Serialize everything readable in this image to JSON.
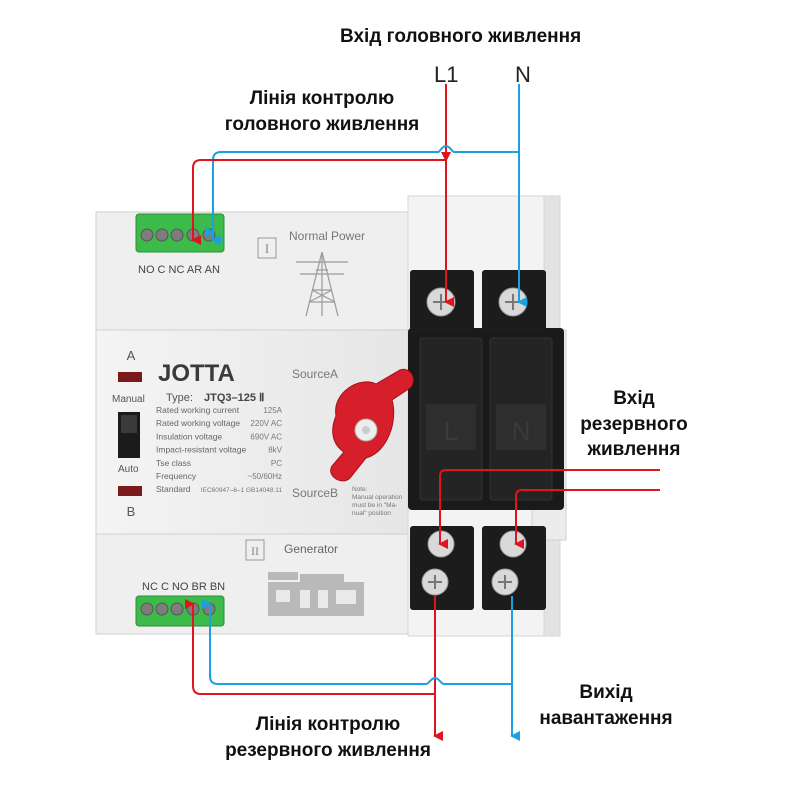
{
  "annotations": {
    "main_input": "Вхід головного живлення",
    "terminal_l1": "L1",
    "terminal_n": "N",
    "main_control_line_1": "Лінія контролю",
    "main_control_line_2": "головного живлення",
    "backup_input_1": "Вхід",
    "backup_input_2": "резервного",
    "backup_input_3": "живлення",
    "load_output_1": "Вихід",
    "load_output_2": "навантаження",
    "backup_control_line_1": "Лінія контролю",
    "backup_control_line_2": "резервного живлення"
  },
  "device": {
    "brand": "JOTTA",
    "type_label": "Type:",
    "model": "JTQ3–125 Ⅱ",
    "source_a": "SourceA",
    "source_b": "SourceB",
    "indicator_a": "A",
    "indicator_b": "B",
    "switch_manual": "Manual",
    "switch_auto": "Auto",
    "normal_power_label": "Normal Power",
    "section_1_mark": "I",
    "section_2_mark": "II",
    "generator_label": "Generator",
    "top_terminal_labels": "NO C NC AR AN",
    "bottom_terminal_labels": "NC C NO BR BN",
    "specs": [
      {
        "name": "Rated working current",
        "value": "125A"
      },
      {
        "name": "Rated working voltage",
        "value": "220V AC"
      },
      {
        "name": "Insulation voltage",
        "value": "690V AC"
      },
      {
        "name": "Impact-resistant voltage",
        "value": "8kV"
      },
      {
        "name": "Tse class",
        "value": "PC"
      },
      {
        "name": "Frequency",
        "value": "~50/60Hz"
      },
      {
        "name": "Standard",
        "value": "IEC60947–6–1 GB14048.11"
      }
    ],
    "note_1": "Note:",
    "note_2": "Manual operation",
    "note_3": "must be in \"Ma-",
    "note_4": "nual\" position",
    "breaker_mark_l": "L",
    "breaker_mark_n": "N"
  },
  "colors": {
    "live_wire": "#e0141e",
    "neutral_wire": "#1ba0e0",
    "terminal_block": "#3dbb4a",
    "breaker_body": "#1a1a1a",
    "handle": "#d61f2b"
  }
}
